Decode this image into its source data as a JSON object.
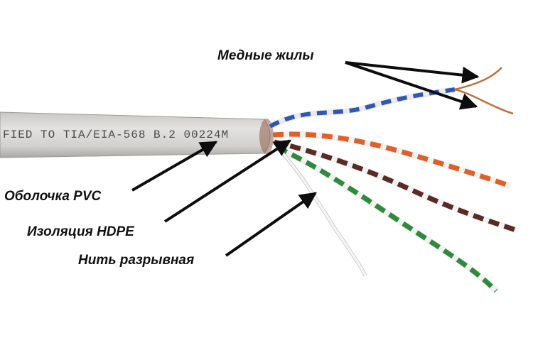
{
  "jacket_print": "FIED TO TIA/EIA-568 B.2  00224M",
  "labels": {
    "copper": "Медные жилы",
    "jacket": "Оболочка PVC",
    "insulation": "Изоляция HDPE",
    "ripcord": "Нить разрывная"
  },
  "colors": {
    "background": "#ffffff",
    "jacket": "#d8d6d3",
    "blue_pair": "#2f56b8",
    "orange_pair": "#e0602c",
    "brown_pair": "#5a2a24",
    "green_pair": "#2f8a3e",
    "ripcord": "#f4f4f4",
    "arrows": "#0d0d0d"
  }
}
